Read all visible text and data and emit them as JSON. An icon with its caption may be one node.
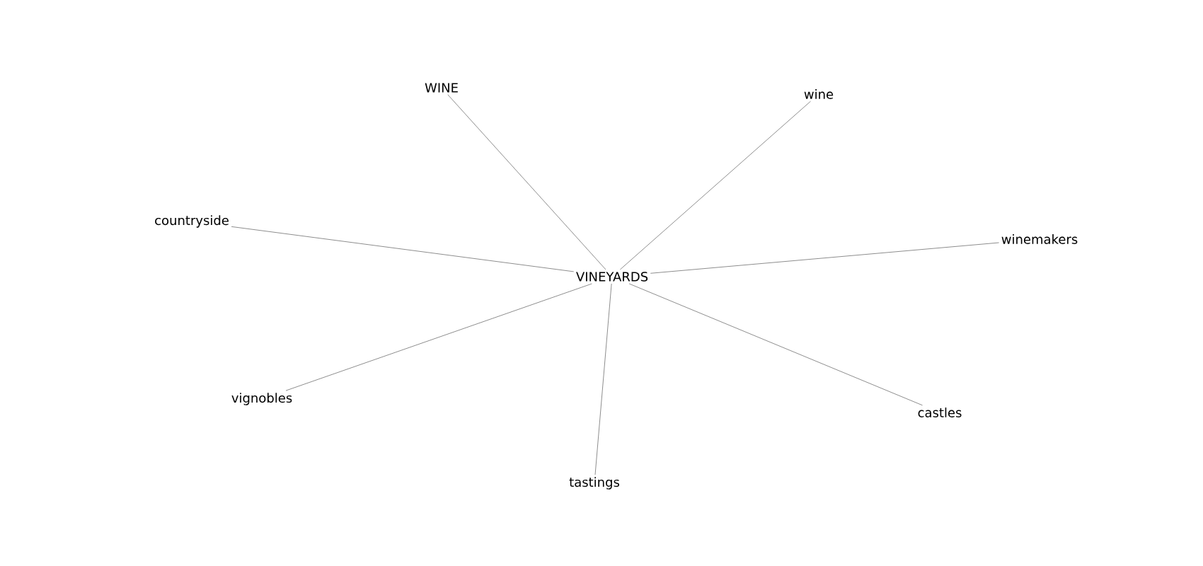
{
  "diagram": {
    "nodes": [
      {
        "text": [
          "WINE"
        ]
      },
      {
        "text": [
          "wine"
        ]
      },
      {
        "text": [
          "countryside"
        ]
      },
      {
        "text": [
          "winemakers"
        ]
      },
      {
        "text": [
          "VINEYARDS"
        ]
      },
      {
        "text": [
          "vignobles"
        ]
      },
      {
        "text": [
          "castles"
        ]
      },
      {
        "text": [
          "tastings"
        ]
      }
    ],
    "edges": [
      {
        "from": 4,
        "to": 0,
        "arrow": "none"
      },
      {
        "from": 4,
        "to": 1,
        "arrow": "none"
      },
      {
        "from": 4,
        "to": 2,
        "arrow": "none"
      },
      {
        "from": 4,
        "to": 3,
        "arrow": "none"
      },
      {
        "from": 4,
        "to": 5,
        "arrow": "none"
      },
      {
        "from": 4,
        "to": 6,
        "arrow": "none"
      },
      {
        "from": 4,
        "to": 7,
        "arrow": "none"
      }
    ]
  }
}
